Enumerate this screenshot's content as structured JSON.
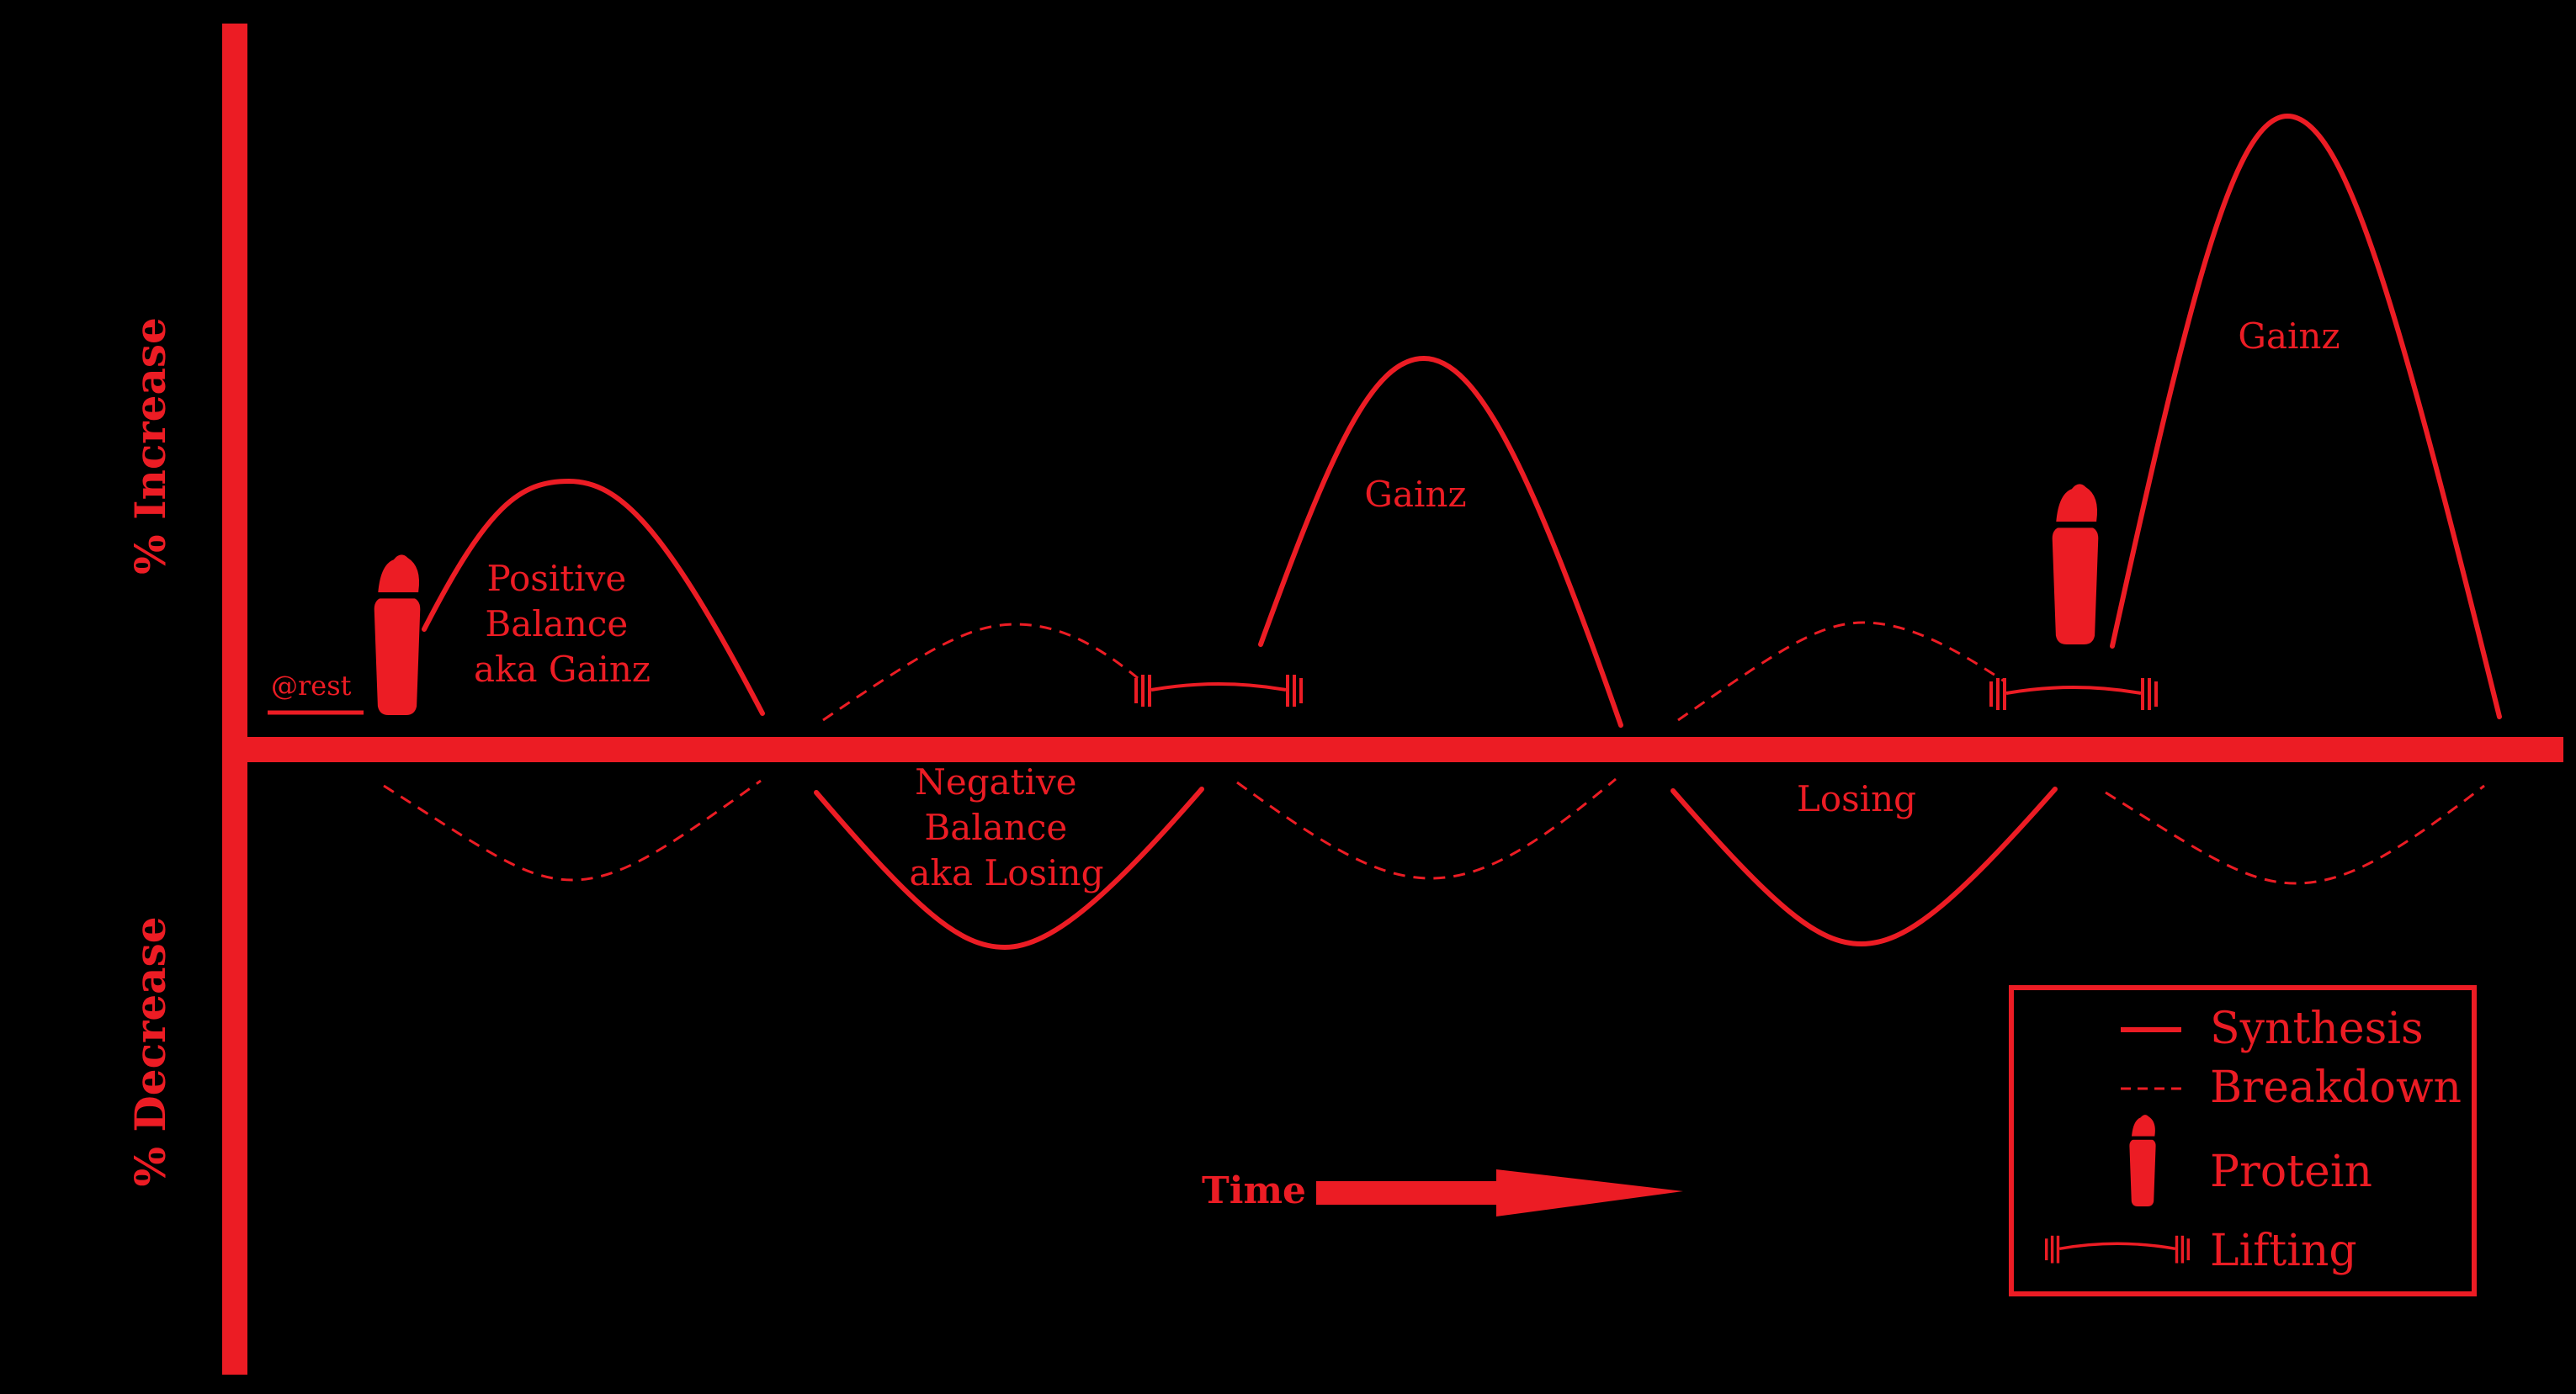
{
  "colors": {
    "background": "#000000",
    "accent": "#ec1c24"
  },
  "axes": {
    "y_upper_label": "% Increase",
    "y_lower_label": "% Decrease",
    "x_label": "Time"
  },
  "annotations": {
    "rest": "@rest",
    "positive": [
      "Positive",
      "Balance",
      "aka Gainz"
    ],
    "negative": [
      "Negative",
      "Balance",
      "aka Losing"
    ],
    "gainz_1": "Gainz",
    "gainz_2": "Gainz",
    "losing": "Losing"
  },
  "legend": {
    "items": [
      {
        "label": "Synthesis",
        "icon": "solid-line-icon"
      },
      {
        "label": "Breakdown",
        "icon": "dashed-line-icon"
      },
      {
        "label": "Protein",
        "icon": "protein-shaker-icon"
      },
      {
        "label": "Lifting",
        "icon": "barbell-icon"
      }
    ]
  }
}
